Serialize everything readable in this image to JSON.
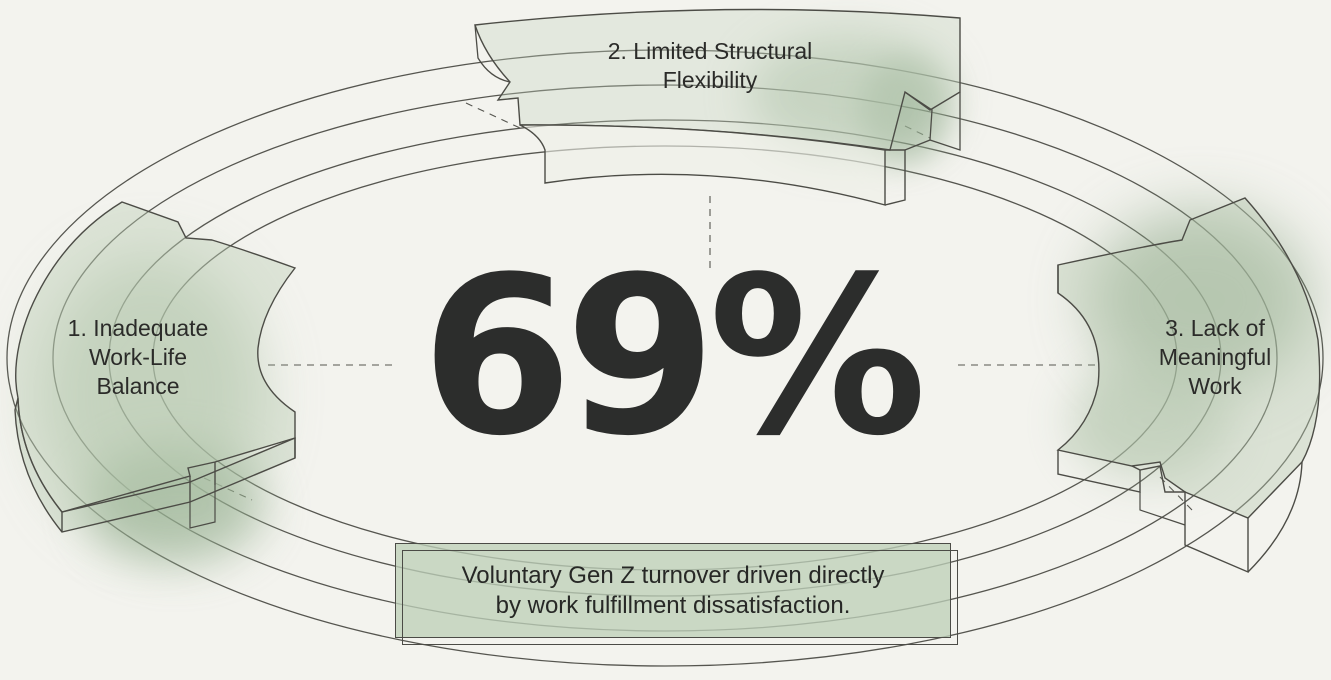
{
  "stat": {
    "value": "69%"
  },
  "segments": [
    {
      "id": "work-life-balance",
      "lines": [
        "1. Inadequate",
        "Work-Life",
        "Balance"
      ]
    },
    {
      "id": "structural-flexibility",
      "lines": [
        "2. Limited Structural",
        "Flexibility"
      ]
    },
    {
      "id": "meaningful-work",
      "lines": [
        "3. Lack of",
        "Meaningful",
        "Work"
      ]
    }
  ],
  "callout": {
    "lines": [
      "Voluntary Gen Z turnover driven directly",
      "by work fulfillment dissatisfaction."
    ]
  },
  "colors": {
    "background": "#f3f3ee",
    "ink": "#2c2d2c",
    "wash": "#9fb89a",
    "callout_fill": "#bed0b9"
  }
}
